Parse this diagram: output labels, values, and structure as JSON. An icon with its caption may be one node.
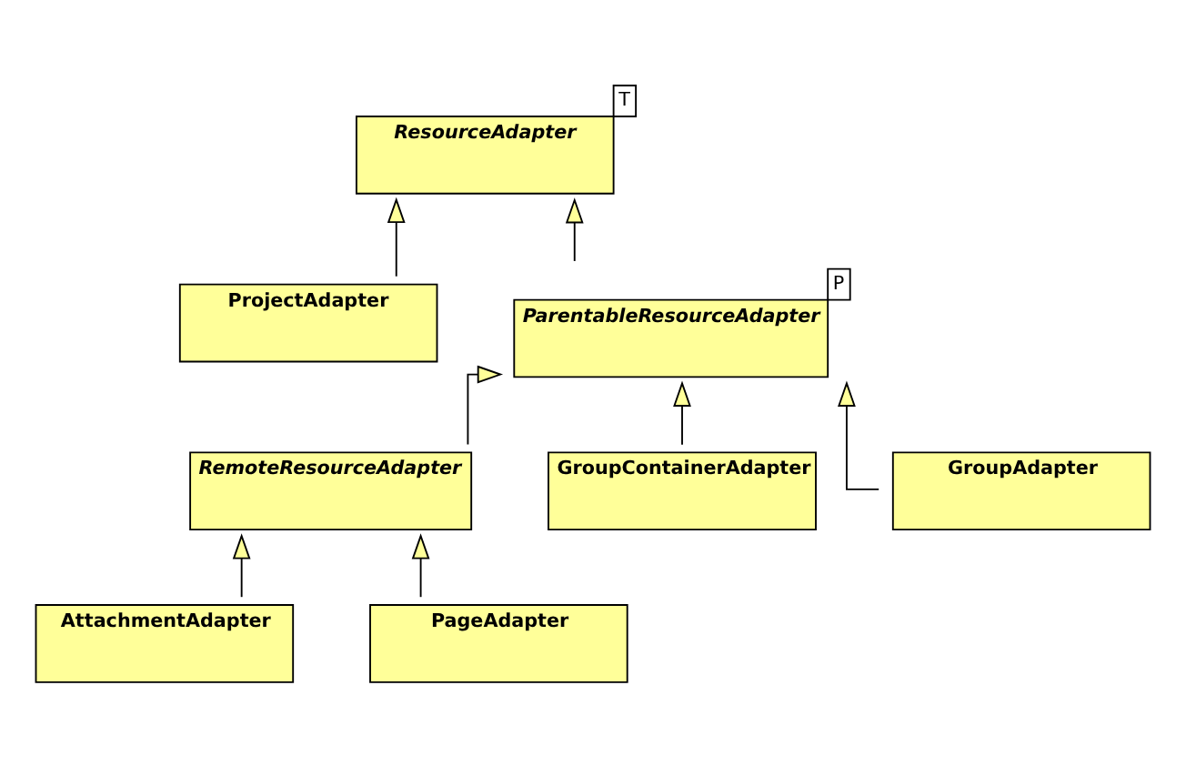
{
  "diagram": {
    "nodes": [
      {
        "text": [
          "ResourceAdapter"
        ],
        "beside": [
          "T"
        ]
      },
      {
        "text": [
          "ProjectAdapter"
        ]
      },
      {
        "text": [
          "ParentableResourceAdapter"
        ],
        "beside": [
          "P"
        ]
      },
      {
        "text": [
          "RemoteResourceAdapter"
        ]
      },
      {
        "text": [
          "GroupContainerAdapter"
        ]
      },
      {
        "text": [
          "GroupAdapter"
        ]
      },
      {
        "text": [
          "AttachmentAdapter"
        ]
      },
      {
        "text": [
          "PageAdapter"
        ]
      }
    ],
    "edges": [
      {
        "from": 1,
        "to": 0,
        "arrow": "to"
      },
      {
        "from": 2,
        "to": 0,
        "arrow": "to"
      },
      {
        "from": 3,
        "to": 2,
        "arrow": "to"
      },
      {
        "from": 5,
        "to": 2,
        "arrow": "to"
      },
      {
        "from": 4,
        "to": 2,
        "arrow": "to"
      },
      {
        "from": 6,
        "to": 3,
        "arrow": "to"
      },
      {
        "from": 7,
        "to": 3,
        "arrow": "to"
      }
    ]
  }
}
